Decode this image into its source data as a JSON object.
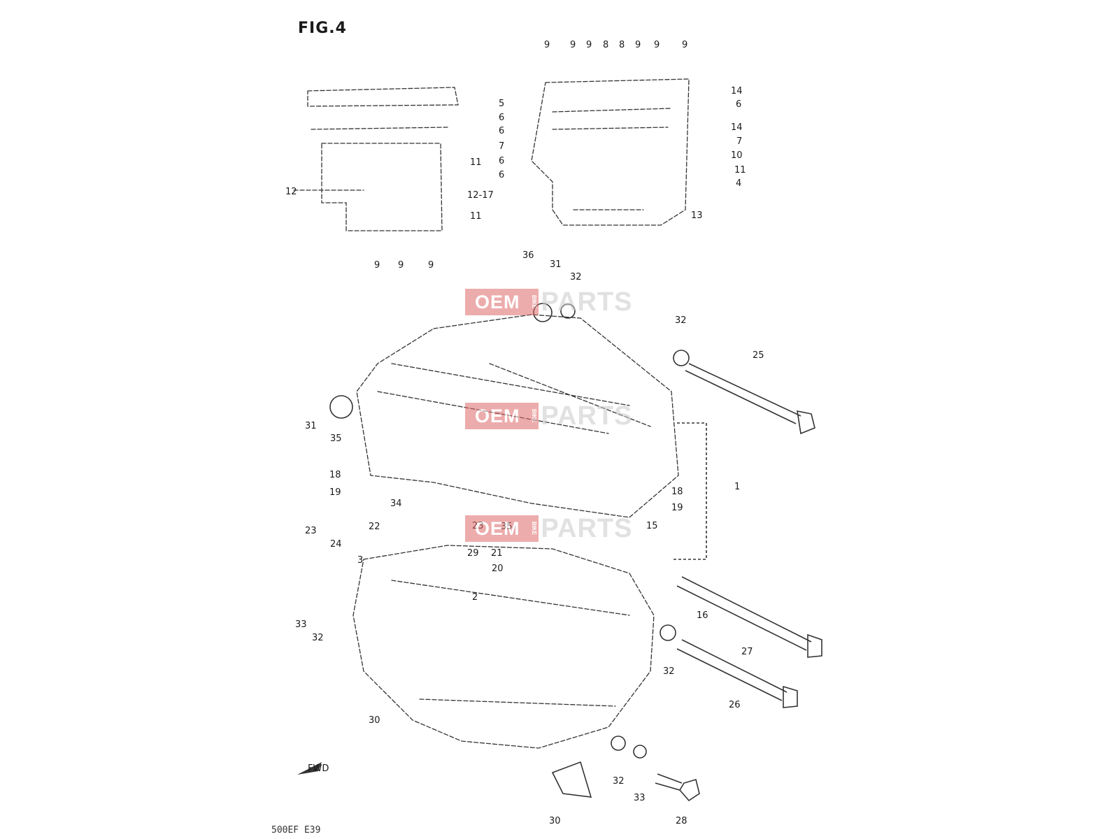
{
  "figure": {
    "title": "FIG.4",
    "footer_code": "500EF E39"
  },
  "watermark": {
    "left": "OEM",
    "tag": "BIKE",
    "right": "PARTS",
    "color": "#e06a6a"
  },
  "callouts": [
    {
      "id": "c9a",
      "label": "9"
    },
    {
      "id": "c9b",
      "label": "9"
    },
    {
      "id": "c9c",
      "label": "9"
    },
    {
      "id": "c8a",
      "label": "8"
    },
    {
      "id": "c8b",
      "label": "8"
    },
    {
      "id": "c9d",
      "label": "9"
    },
    {
      "id": "c9e",
      "label": "9"
    },
    {
      "id": "c9f",
      "label": "9"
    },
    {
      "id": "c14a",
      "label": "14"
    },
    {
      "id": "c5",
      "label": "5"
    },
    {
      "id": "c6a",
      "label": "6"
    },
    {
      "id": "c6b",
      "label": "6"
    },
    {
      "id": "c6c",
      "label": "6"
    },
    {
      "id": "c14b",
      "label": "14"
    },
    {
      "id": "c7a",
      "label": "7"
    },
    {
      "id": "c7b",
      "label": "7"
    },
    {
      "id": "c10",
      "label": "10"
    },
    {
      "id": "c6d",
      "label": "6"
    },
    {
      "id": "c6e",
      "label": "6"
    },
    {
      "id": "c11a",
      "label": "11"
    },
    {
      "id": "c11b",
      "label": "11"
    },
    {
      "id": "c4",
      "label": "4"
    },
    {
      "id": "c12",
      "label": "12"
    },
    {
      "id": "c1217",
      "label": "12-17"
    },
    {
      "id": "c11c",
      "label": "11"
    },
    {
      "id": "c13",
      "label": "13"
    },
    {
      "id": "c9g",
      "label": "9"
    },
    {
      "id": "c9h",
      "label": "9"
    },
    {
      "id": "c9i",
      "label": "9"
    },
    {
      "id": "c36",
      "label": "36"
    },
    {
      "id": "c31a",
      "label": "31"
    },
    {
      "id": "c32a",
      "label": "32"
    },
    {
      "id": "c32b",
      "label": "32"
    },
    {
      "id": "c25",
      "label": "25"
    },
    {
      "id": "c31b",
      "label": "31"
    },
    {
      "id": "c35a",
      "label": "35"
    },
    {
      "id": "c1",
      "label": "1"
    },
    {
      "id": "c18a",
      "label": "18"
    },
    {
      "id": "c19a",
      "label": "19"
    },
    {
      "id": "c18b",
      "label": "18"
    },
    {
      "id": "c19b",
      "label": "19"
    },
    {
      "id": "c34",
      "label": "34"
    },
    {
      "id": "c22",
      "label": "22"
    },
    {
      "id": "c23a",
      "label": "23"
    },
    {
      "id": "c35b",
      "label": "35"
    },
    {
      "id": "c15",
      "label": "15"
    },
    {
      "id": "c23b",
      "label": "23"
    },
    {
      "id": "c24",
      "label": "24"
    },
    {
      "id": "c29",
      "label": "29"
    },
    {
      "id": "c21",
      "label": "21"
    },
    {
      "id": "c3",
      "label": "3"
    },
    {
      "id": "c20",
      "label": "20"
    },
    {
      "id": "c2",
      "label": "2"
    },
    {
      "id": "c16",
      "label": "16"
    },
    {
      "id": "c33a",
      "label": "33"
    },
    {
      "id": "c32c",
      "label": "32"
    },
    {
      "id": "c27",
      "label": "27"
    },
    {
      "id": "c32d",
      "label": "32"
    },
    {
      "id": "c26",
      "label": "26"
    },
    {
      "id": "c30a",
      "label": "30"
    },
    {
      "id": "c32e",
      "label": "32"
    },
    {
      "id": "c33b",
      "label": "33"
    },
    {
      "id": "c28",
      "label": "28"
    },
    {
      "id": "c30b",
      "label": "30"
    }
  ],
  "front_marker": "FWD"
}
